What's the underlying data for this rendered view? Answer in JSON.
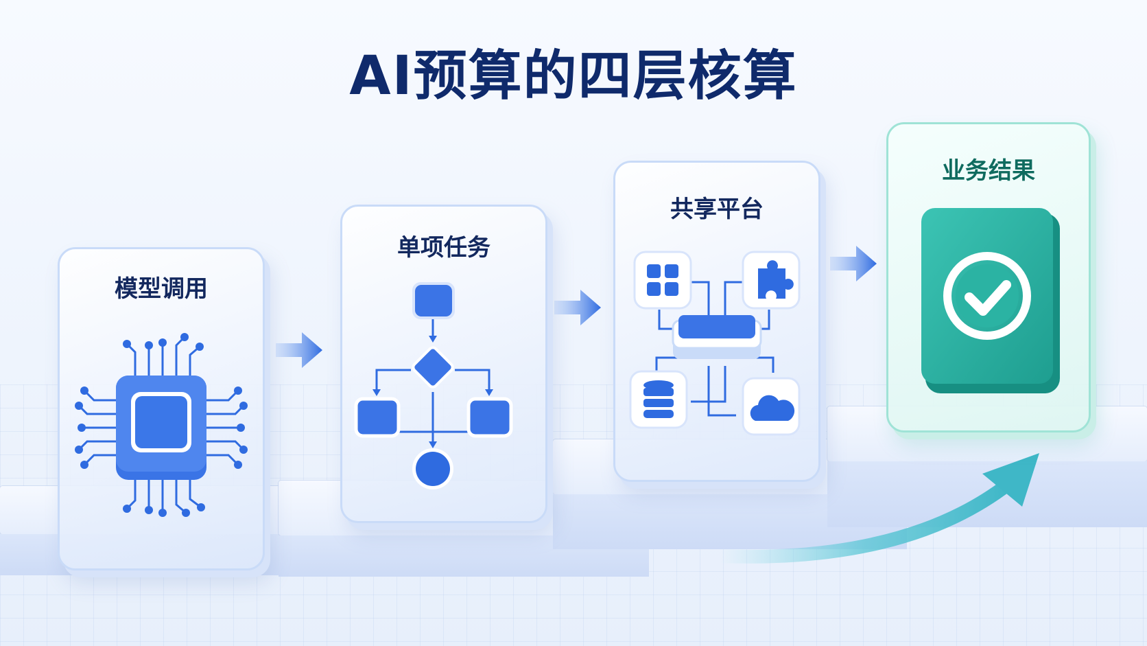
{
  "title": "AI预算的四层核算",
  "stages": [
    {
      "label": "模型调用",
      "icon": "chip-icon"
    },
    {
      "label": "单项任务",
      "icon": "flowchart-icon"
    },
    {
      "label": "共享平台",
      "icon": "platform-hub-icon"
    },
    {
      "label": "业务结果",
      "icon": "checkmark-badge-icon"
    }
  ],
  "colors": {
    "title": "#0f2a6b",
    "accent_blue": "#2f6be0",
    "accent_teal": "#23b3a3"
  }
}
